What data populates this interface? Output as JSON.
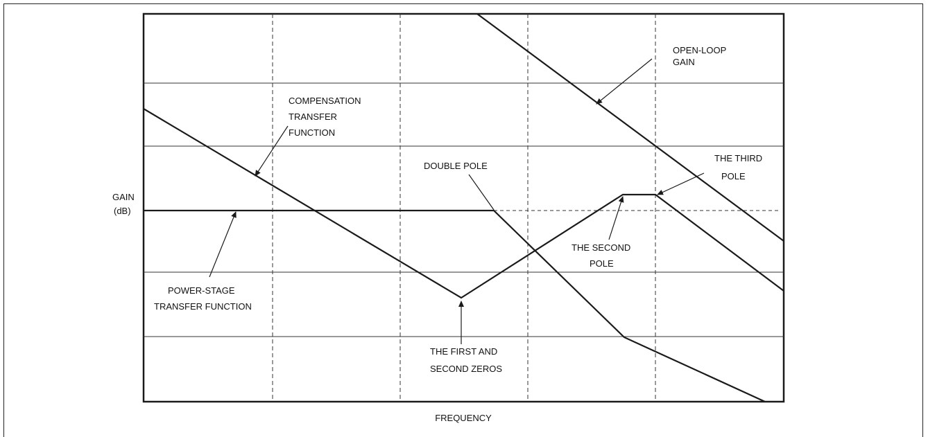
{
  "figure": {
    "x_axis_label": "FREQUENCY",
    "y_axis_label": [
      "GAIN",
      "(dB)"
    ]
  },
  "annotations": {
    "open_loop_gain": [
      "OPEN-LOOP",
      "GAIN"
    ],
    "compensation": [
      "COMPENSATION",
      "TRANSFER",
      "FUNCTION"
    ],
    "double_pole": [
      "DOUBLE  POLE"
    ],
    "third_pole": [
      "THE THIRD",
      "POLE"
    ],
    "second_pole": [
      "THE SECOND",
      "POLE"
    ],
    "power_stage": [
      "POWER-STAGE",
      "TRANSFER FUNCTION"
    ],
    "zeros": [
      "THE FIRST AND",
      "SECOND ZEROS"
    ]
  },
  "colors": {
    "line": "#1a1a1a",
    "background": "#ffffff"
  }
}
